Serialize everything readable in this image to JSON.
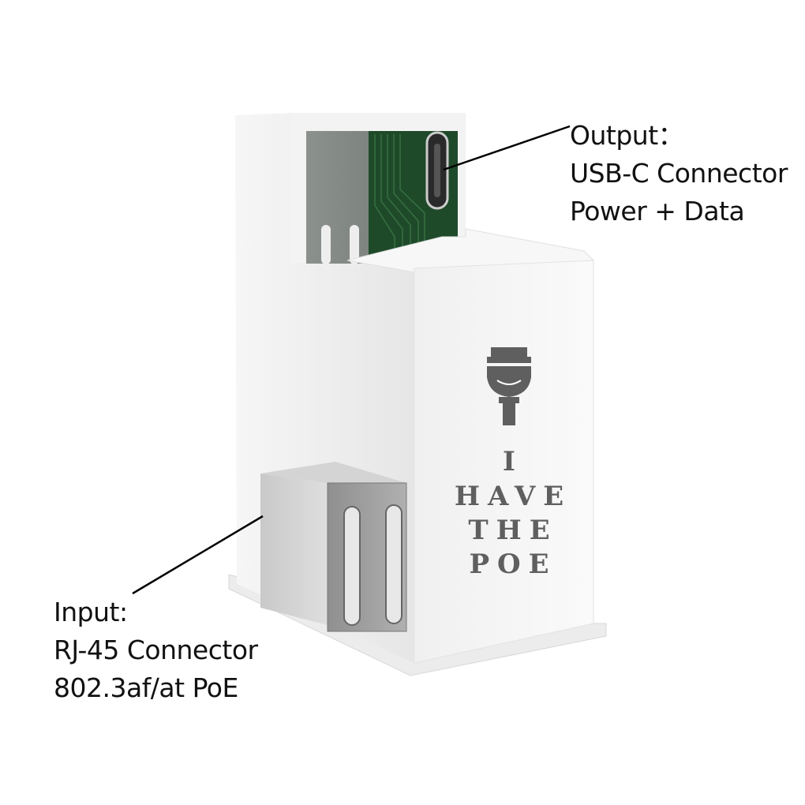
{
  "output_callout": {
    "title": "Output：",
    "line1": "USB-C Connector",
    "line2": "Power + Data"
  },
  "input_callout": {
    "title": "Input:",
    "line1": "RJ-45 Connector",
    "line2": "802.3af/at PoE"
  },
  "device_print": {
    "line1": "I",
    "line2": "HAVE",
    "line3": "THE",
    "line4": "POE",
    "logo": "plug-icon"
  },
  "colors": {
    "body": "#f2f2f2",
    "pcb": "#1f4a2a",
    "print": "#5f5f5f",
    "metal": "#a9a9a9"
  }
}
